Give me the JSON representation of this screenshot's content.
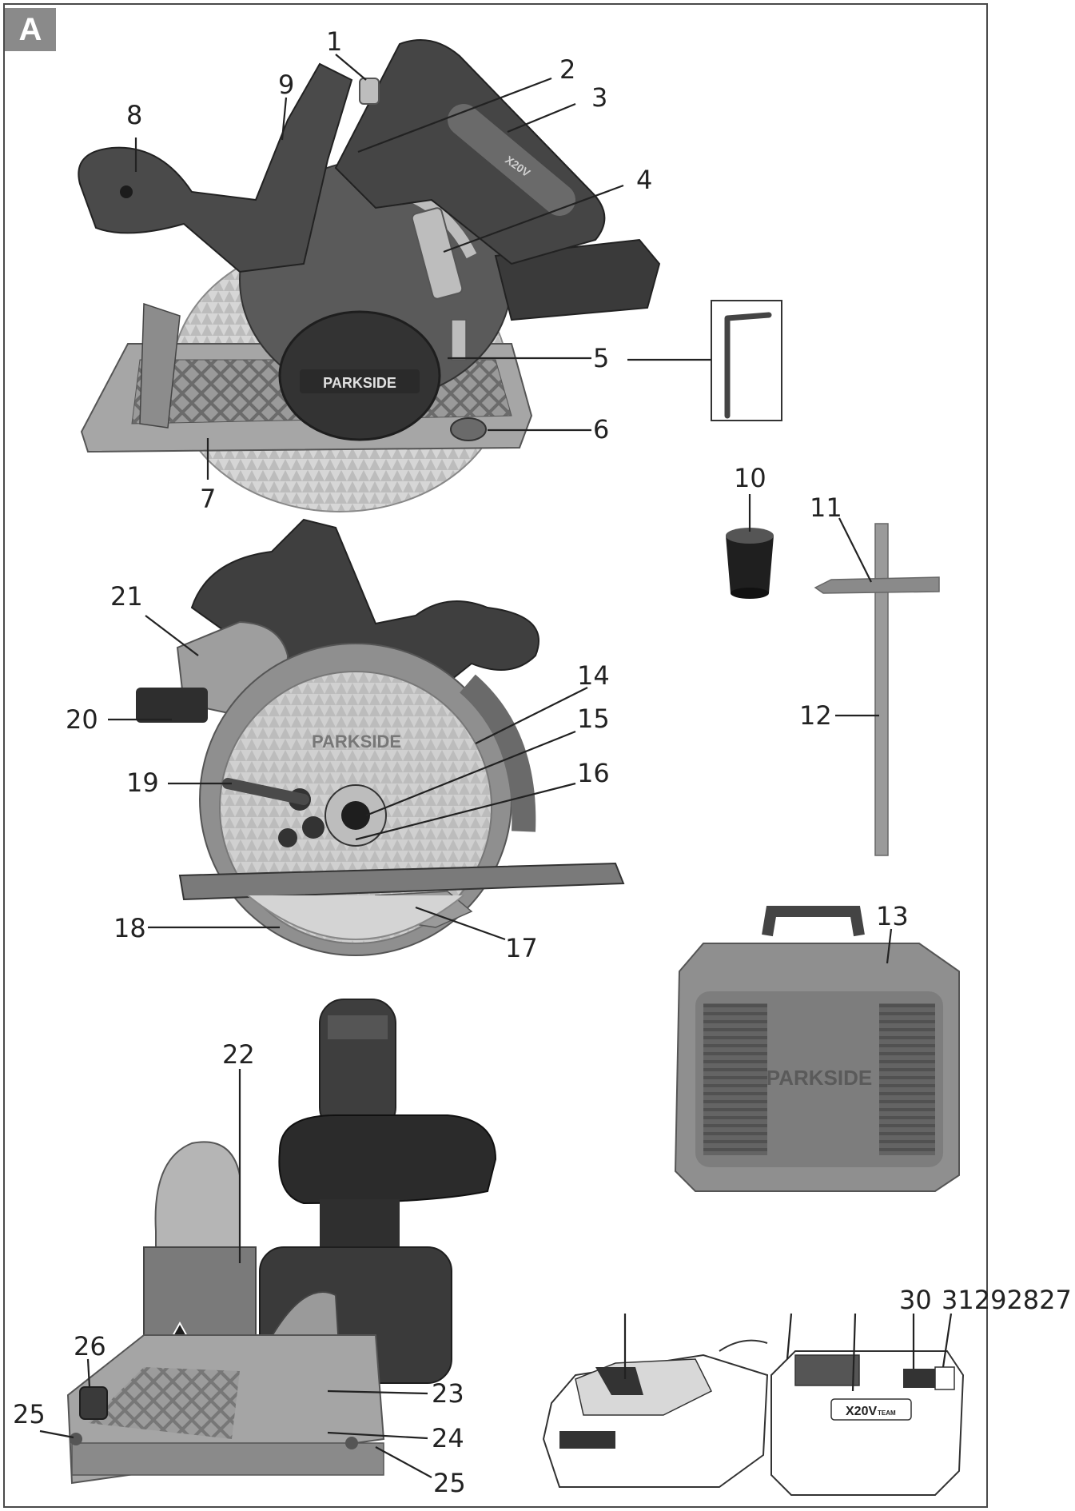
{
  "figure": {
    "label": "A"
  },
  "brand_text": {
    "saw_top": "PARKSIDE",
    "saw_side": "PARKSIDE",
    "case": "PARKSIDE",
    "battery_badge": "X20V",
    "battery_badge_suffix": "TEAM"
  },
  "callouts": {
    "c1": "1",
    "c2": "2",
    "c3": "3",
    "c4": "4",
    "c5": "5",
    "c6": "6",
    "c7": "7",
    "c8": "8",
    "c9": "9",
    "c10": "10",
    "c11": "11",
    "c12": "12",
    "c13": "13",
    "c14": "14",
    "c15": "15",
    "c16": "16",
    "c17": "17",
    "c18": "18",
    "c19": "19",
    "c20": "20",
    "c21": "21",
    "c22": "22",
    "c23": "23",
    "c24": "24",
    "c25a": "25",
    "c25b": "25",
    "c26": "26",
    "c30": "30",
    "c31_27": "31292827"
  },
  "colors": {
    "tool_dark": "#3b3b3b",
    "tool_mid": "#6e6e6e",
    "tool_light": "#a8a8a8",
    "tool_pale": "#c9c9c9",
    "blade": "#d6d6d6",
    "outline": "#222222",
    "badge_bg": "#8a8a8a"
  }
}
